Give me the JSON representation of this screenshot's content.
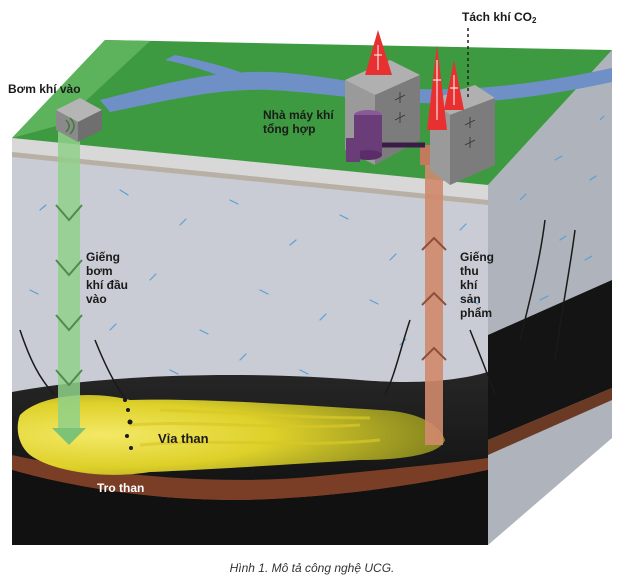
{
  "labels": {
    "injection_pump": "Bơm khí vào",
    "co2_separation": "Tách khí CO",
    "co2_subscript": "2",
    "syngas_plant_line1": "Nhà máy khí",
    "syngas_plant_line2": "tổng hợp",
    "injection_well_line1": "Giếng",
    "injection_well_line2": "bơm",
    "injection_well_line3": "khí đầu",
    "injection_well_line4": "vào",
    "production_well_line1": "Giếng",
    "production_well_line2": "thu",
    "production_well_line3": "khí",
    "production_well_line4": "sản",
    "production_well_line5": "phẩm",
    "coal_seam": "Vỉa than",
    "ash": "Tro than"
  },
  "caption": "Hình 1. Mô tả công nghệ UCG.",
  "colors": {
    "grass": "#3d9a40",
    "river": "#6e90c7",
    "rock_front": "#c9ccd4",
    "rock_right": "#aeb3bc",
    "coal": "#141414",
    "ash": "#7a3e26",
    "gasification_zone": "#f1e230",
    "injection_arrow": "#8fd08a",
    "production_pipe": "#d08a6c",
    "flame": "#e83030",
    "plant_building": "#8e8e8e",
    "syngas_tank": "#6a3c78"
  }
}
